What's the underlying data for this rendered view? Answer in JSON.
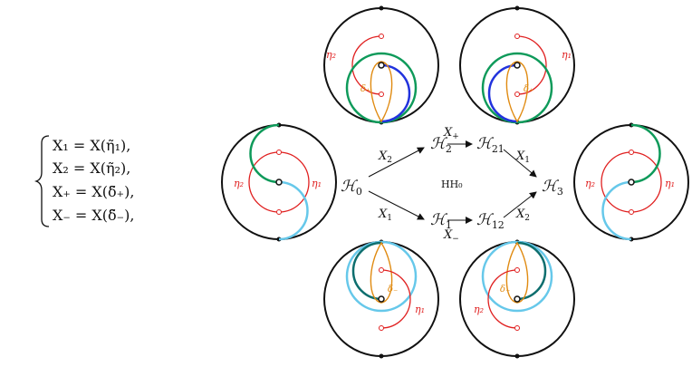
{
  "equations": {
    "row1": "X₁ = X(η̃₁),",
    "row2": "X₂ = X(η̃₂),",
    "row3": "X₊ = X(δ̃₊),",
    "row4": "X₋ = X(δ̃₋),"
  },
  "nodes": {
    "h0": "ℋ",
    "h0_sub": "0",
    "h1": "ℋ",
    "h1_sub": "1",
    "h2": "ℋ",
    "h2_sub": "2",
    "h12": "ℋ",
    "h12_sub": "12",
    "h21": "ℋ",
    "h21_sub": "21",
    "h3": "ℋ",
    "h3_sub": "3"
  },
  "edges": {
    "e_h0_h2": "X",
    "e_h0_h2_sub": "2",
    "e_h0_h1": "X",
    "e_h0_h1_sub": "1",
    "e_h2_h21": "X",
    "e_h2_h21_sub": "+",
    "e_h1_h12": "X",
    "e_h1_h12_sub": "−",
    "e_h21_h3": "X",
    "e_h21_h3_sub": "1",
    "e_h12_h3": "X",
    "e_h12_h3_sub": "2"
  },
  "center_label": "HH₀",
  "curve_labels": {
    "eta1": "η₁",
    "eta2": "η₂",
    "eta1_sub": "1",
    "eta2_sub": "2",
    "delta_plus": "δ₊",
    "delta_minus": "δ₋"
  },
  "colors": {
    "red": "#e02020",
    "orange": "#e08a10",
    "green": "#0e9a5a",
    "blue": "#2233dd",
    "light_blue": "#66c8ea",
    "dark_teal": "#0d6e6e",
    "black": "#111111"
  }
}
